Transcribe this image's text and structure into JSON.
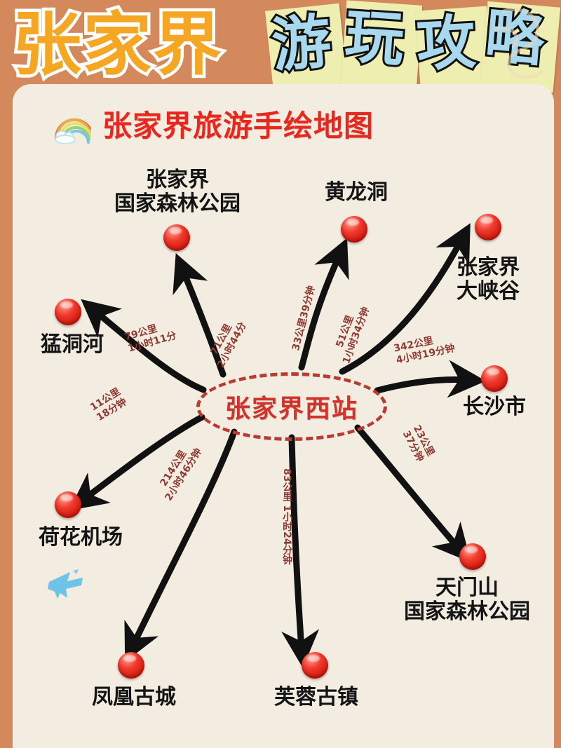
{
  "banner": {
    "main_title": "张家界",
    "sub_chars": [
      "游",
      "玩",
      "攻",
      "略"
    ],
    "sub_title": "游玩攻略",
    "bg_color": "#d4895c",
    "main_color": "#f5a623",
    "sub_color": "#a8d8ee",
    "sticky_color": "#eeeeb0"
  },
  "card": {
    "bg_color": "#f3ece0",
    "subtitle": "张家界旅游手绘地图",
    "subtitle_color": "#e8281e",
    "rainbow_icon": "rainbow-icon"
  },
  "map": {
    "hub": {
      "label": "张家界西站",
      "color": "#d1332a"
    },
    "places": [
      {
        "id": "zjj-forest-park",
        "label": "张家界\n国家森林公园"
      },
      {
        "id": "huanglong-cave",
        "label": "黄龙洞"
      },
      {
        "id": "zjj-grand-canyon",
        "label": "张家界\n大峡谷"
      },
      {
        "id": "mengdong-river",
        "label": "猛洞河"
      },
      {
        "id": "changsha-city",
        "label": "长沙市"
      },
      {
        "id": "hehua-airport",
        "label": "荷花机场"
      },
      {
        "id": "tianmen-mountain",
        "label": "天门山\n国家森林公园"
      },
      {
        "id": "fenghuang-town",
        "label": "凤凰古城"
      },
      {
        "id": "furong-town",
        "label": "芙蓉古镇"
      }
    ],
    "routes": [
      {
        "id": "to-forest-park",
        "distance": "71公里",
        "duration": "2小时44分",
        "text": "71公里\n2小时44分"
      },
      {
        "id": "to-huanglong",
        "distance": "33公里",
        "duration": "39分钟",
        "text": "33公里39分钟"
      },
      {
        "id": "to-grand-canyon",
        "distance": "51公里",
        "duration": "1小时34分钟",
        "text": "51公里\n1小时34分钟"
      },
      {
        "id": "to-changsha",
        "distance": "342公里",
        "duration": "4小时19分钟",
        "text": "342公里\n4小时19分钟"
      },
      {
        "id": "to-mengdong",
        "distance": "79公里",
        "duration": "1小时11分",
        "text": "79公里\n1小时11分"
      },
      {
        "id": "to-airport",
        "distance": "11公里",
        "duration": "18分钟",
        "text": "11公里\n18分钟"
      },
      {
        "id": "to-fenghuang",
        "distance": "214公里",
        "duration": "2小时46分钟",
        "text": "214公里\n2小时46分钟"
      },
      {
        "id": "to-furong",
        "distance": "83公里",
        "duration": "1小时24分钟",
        "text": "83公里 1小时24分钟"
      },
      {
        "id": "to-tianmen",
        "distance": "23公里",
        "duration": "37分钟",
        "text": "23公里\n37分钟"
      }
    ],
    "marker_color": "#f0392b",
    "route_text_color": "#8d3a33",
    "arrow_color": "#111111",
    "plane_icon": "airplane-icon"
  }
}
